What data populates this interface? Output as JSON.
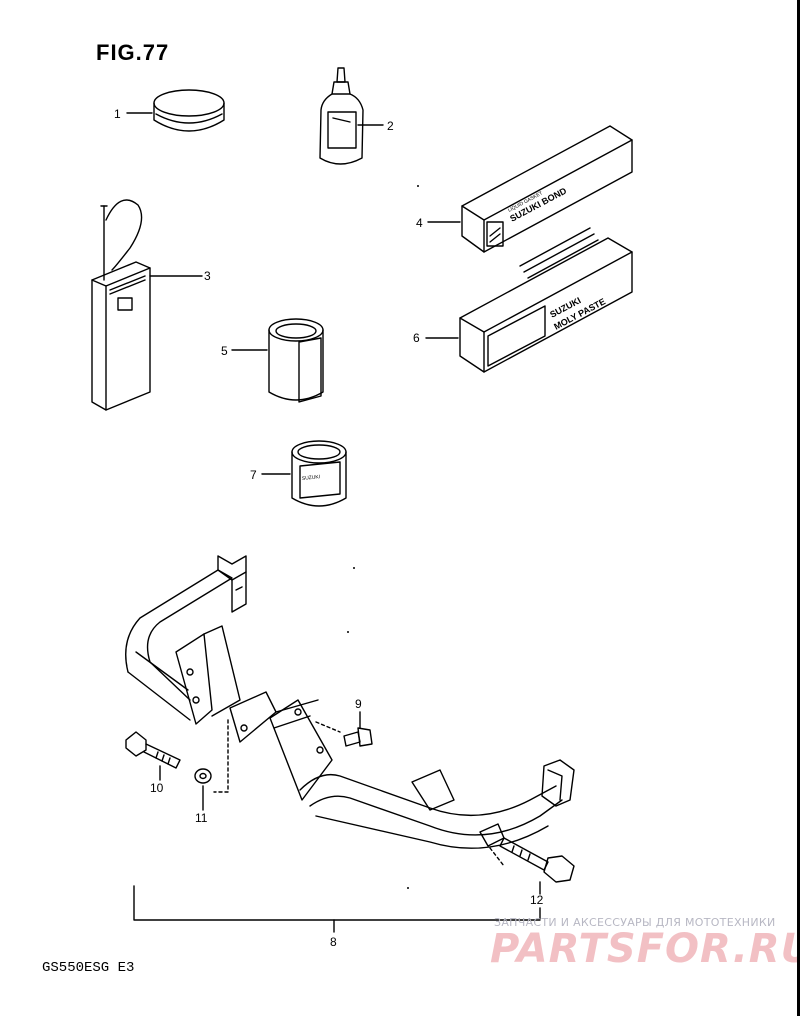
{
  "figure": {
    "title": "FIG.77"
  },
  "footer": {
    "model_code": "GS550ESG E3"
  },
  "watermark": {
    "tagline": "ЗАПЧАСТИ И АКСЕССУАРЫ ДЛЯ МОТОТЕХНИКИ",
    "brand": "PARTSFOR.RU"
  },
  "callouts": [
    "1",
    "2",
    "3",
    "4",
    "5",
    "6",
    "7",
    "8",
    "9",
    "10",
    "11",
    "12"
  ],
  "products": {
    "bond_line1": "LIQUID GASKET",
    "bond_line2": "SUZUKI BOND",
    "paste_line1": "SUZUKI",
    "paste_line2": "MOLY PASTE",
    "can_brand": "SUZUKI"
  },
  "colors": {
    "ink": "#000000",
    "page": "#ffffff"
  }
}
